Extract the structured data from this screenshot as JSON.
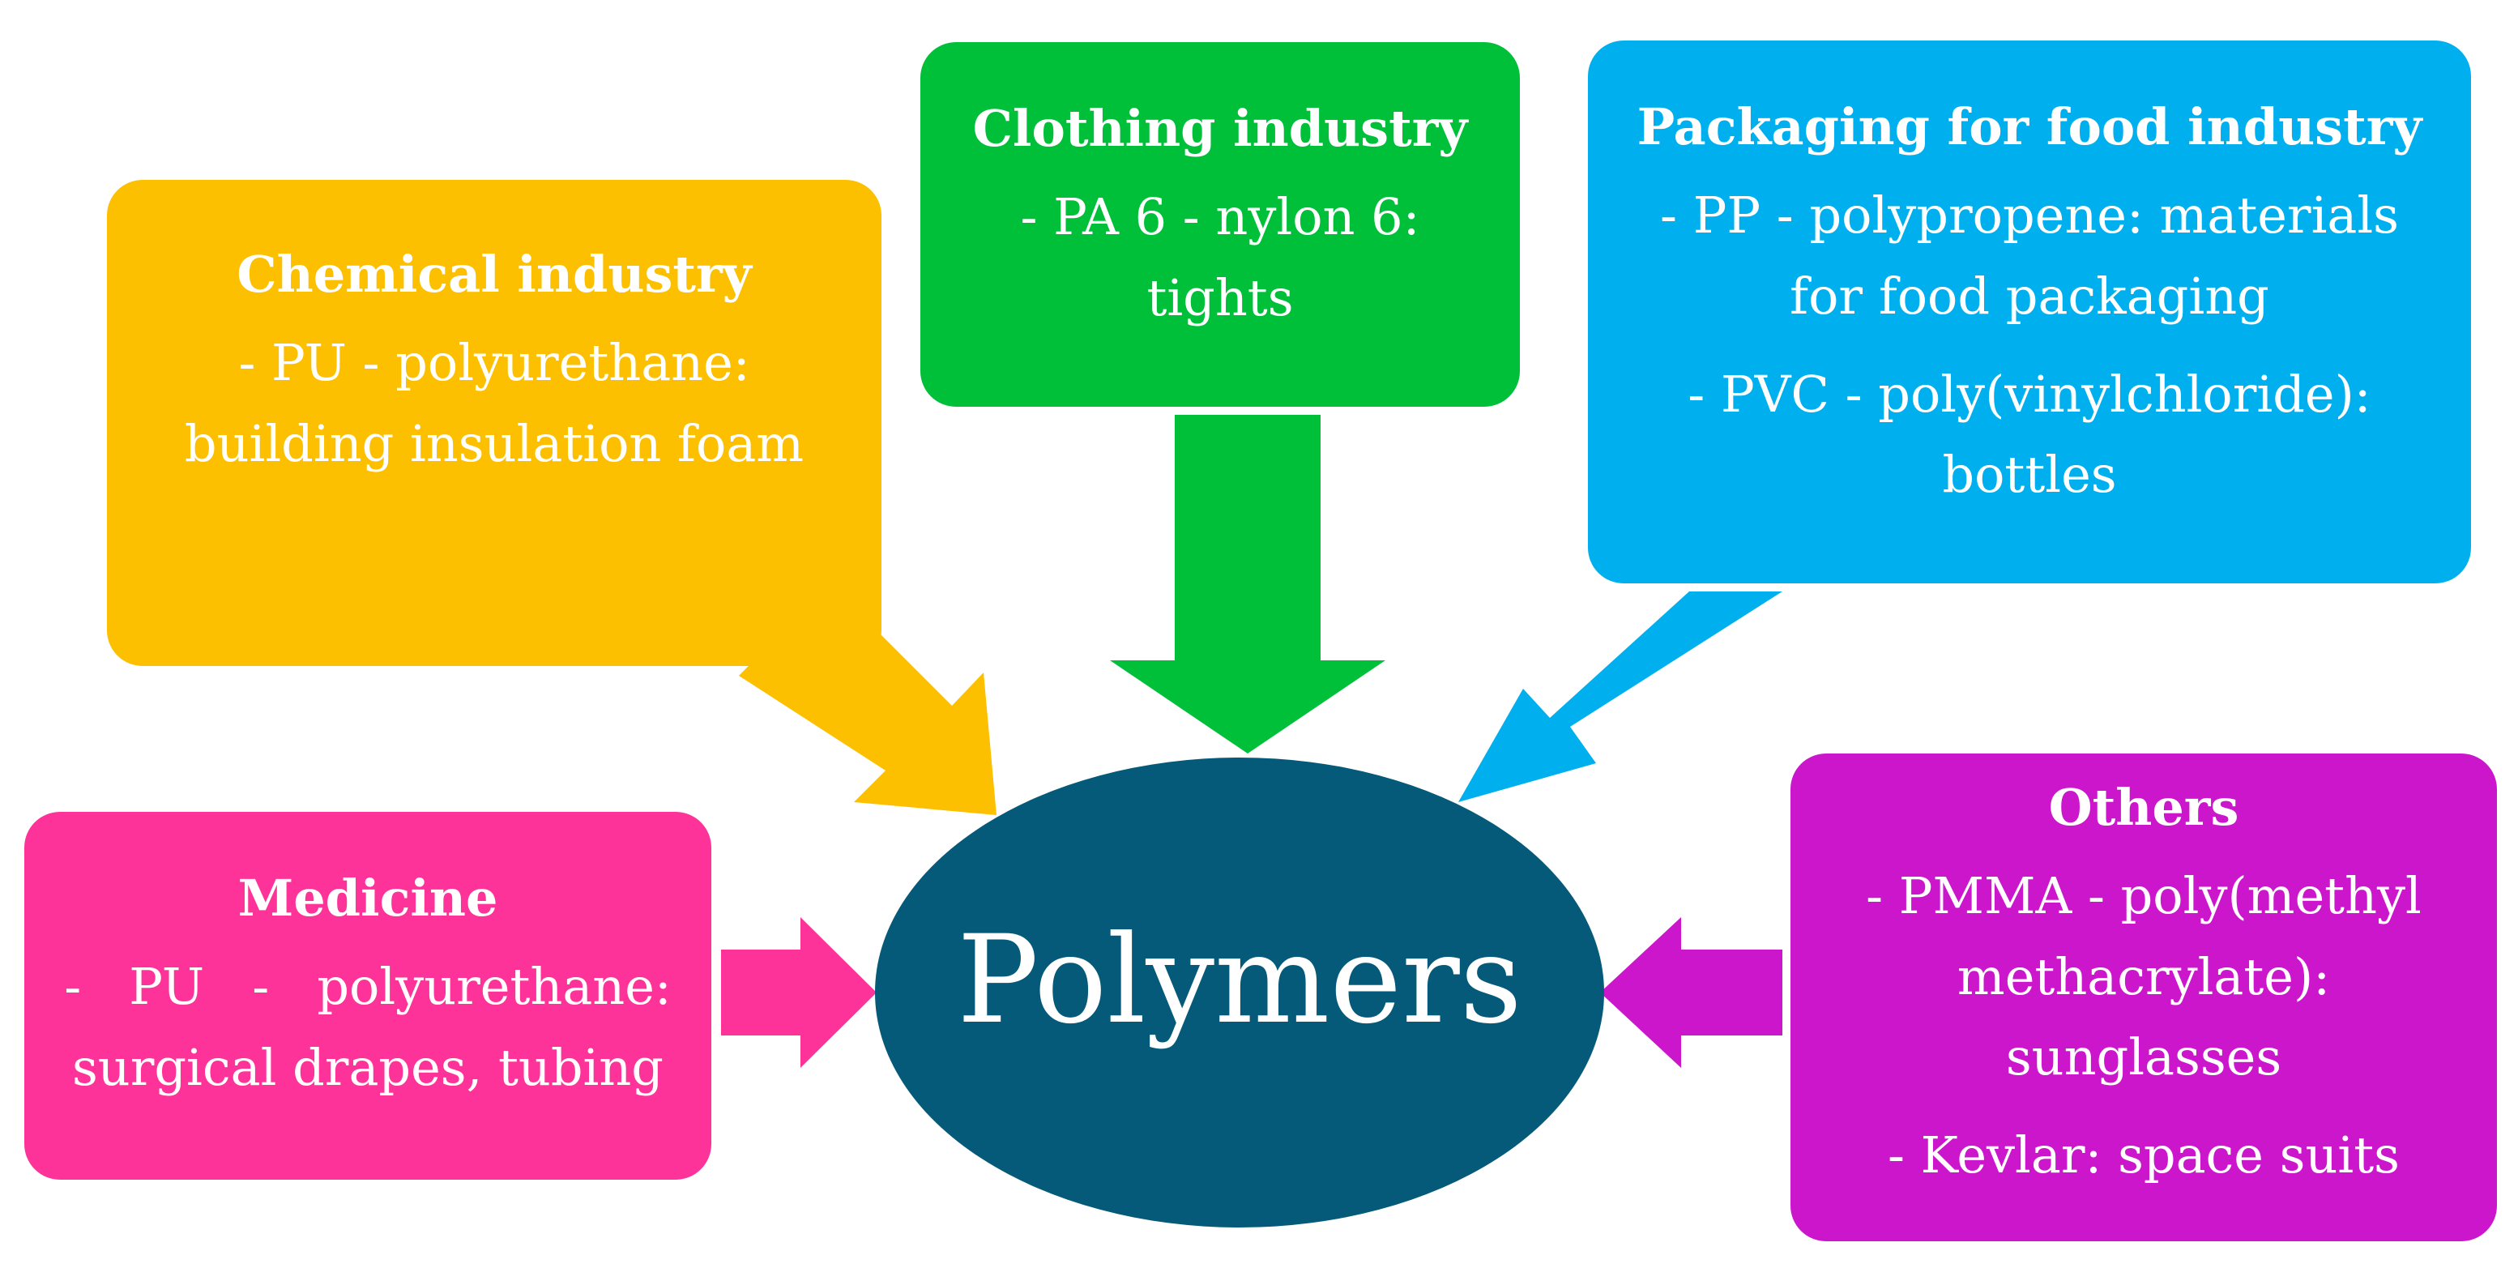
{
  "center": {
    "label": "Polymers",
    "color": "#045A78"
  },
  "boxes": [
    {
      "id": "chemical",
      "title": "Chemical industry",
      "color": "#FDC000",
      "items": [
        [
          "- PU - polyurethane:",
          "building insulation foam"
        ]
      ]
    },
    {
      "id": "clothing",
      "title": "Clothing industry",
      "color": "#00C03A",
      "items": [
        [
          "- PA 6 - nylon 6:",
          "tights"
        ]
      ]
    },
    {
      "id": "packaging",
      "title": "Packaging for food industry",
      "color": "#00B0EE",
      "items": [
        [
          "- PP - polypropene: materials",
          "for food packaging"
        ],
        [
          "- PVC - poly(vinylchloride):",
          "bottles"
        ]
      ]
    },
    {
      "id": "medicine",
      "title": "Medicine",
      "color": "#FE3399",
      "items": [
        [
          "-   PU   -   polyurethane:",
          "surgical drapes, tubing"
        ]
      ]
    },
    {
      "id": "others",
      "title": "Others",
      "color": "#CC16CC",
      "items": [
        [
          "- PMMA - poly(methyl",
          "methacrylate):",
          "sunglasses"
        ],
        [
          "- Kevlar: space suits"
        ]
      ]
    }
  ]
}
